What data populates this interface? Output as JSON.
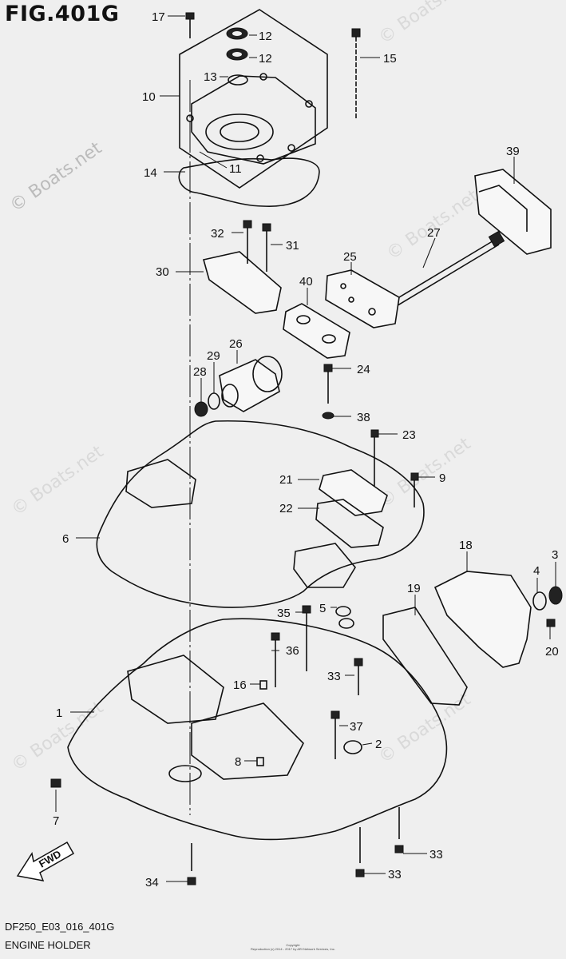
{
  "figure": {
    "title": "FIG.401G",
    "code": "DF250_E03_016_401G",
    "name": "ENGINE HOLDER",
    "copyright_line1": "Copyright",
    "copyright_line2": "Reproduction (c) 2014 - 2017 by ARI Network Services, Inc."
  },
  "watermark": {
    "text": "© Boats.net"
  },
  "fwd_label": "FWD",
  "callouts": [
    "17",
    "12",
    "12",
    "13",
    "10",
    "15",
    "11",
    "14",
    "39",
    "32",
    "31",
    "27",
    "25",
    "30",
    "40",
    "26",
    "29",
    "28",
    "24",
    "38",
    "23",
    "21",
    "9",
    "22",
    "6",
    "18",
    "3",
    "4",
    "19",
    "35",
    "5",
    "36",
    "20",
    "16",
    "33",
    "1",
    "37",
    "2",
    "8",
    "7",
    "33",
    "34",
    "33"
  ]
}
